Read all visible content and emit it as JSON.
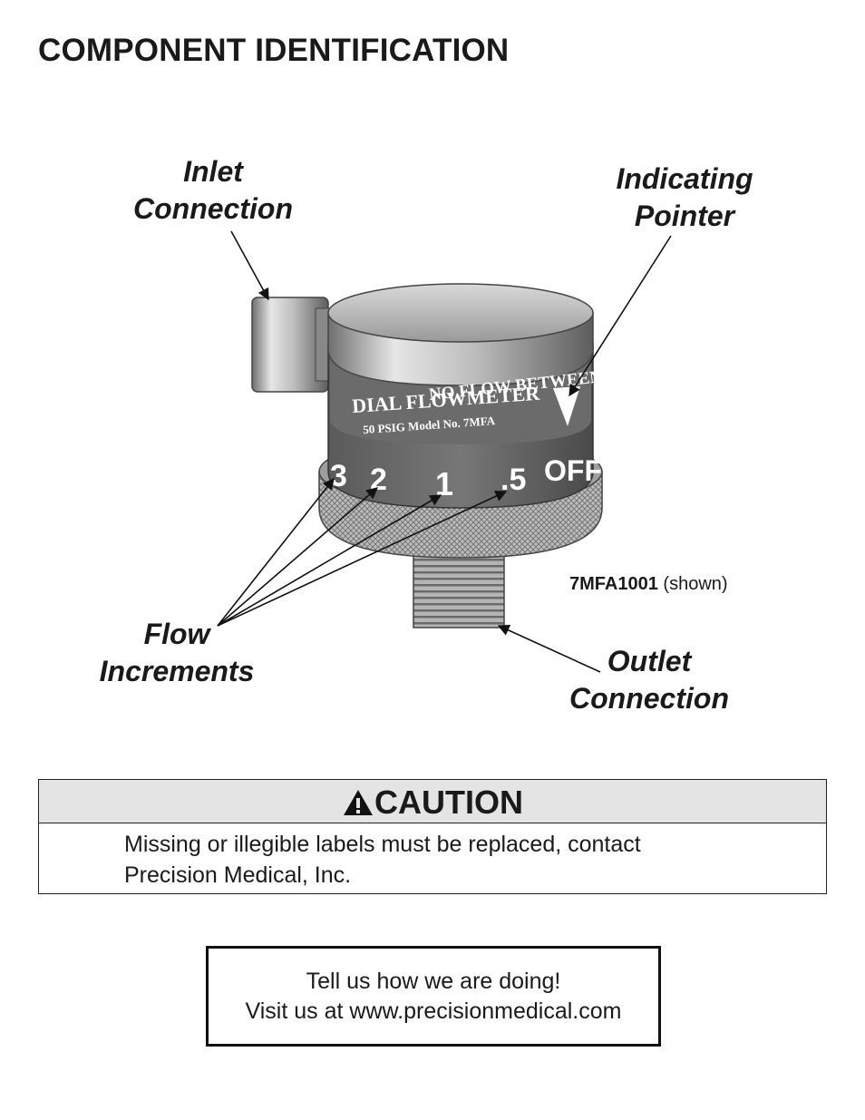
{
  "page": {
    "title": "COMPONENT IDENTIFICATION"
  },
  "diagram": {
    "callouts": {
      "inlet": [
        "Inlet",
        "Connection"
      ],
      "pointer": [
        "Indicating",
        "Pointer"
      ],
      "flow": [
        "Flow",
        "Increments"
      ],
      "outlet": [
        "Outlet",
        "Connection"
      ]
    },
    "device_labels": {
      "warning": "NO FLOW BETWEEN",
      "name": "DIAL FLOWMETER",
      "model": "50 PSIG Model No. 7MFA",
      "increments": [
        "3",
        "2",
        "1",
        ".5",
        "OFF"
      ]
    },
    "model_note": {
      "code": "7MFA1001",
      "suffix": "(shown)"
    }
  },
  "caution": {
    "heading": "CAUTION",
    "lines": [
      "Missing or illegible labels must be replaced, contact",
      "Precision Medical, Inc."
    ]
  },
  "feedback": {
    "lines": [
      "Tell us how we are doing!",
      "Visit us at www.precisionmedical.com"
    ]
  },
  "colors": {
    "caution_header_bg": "#e4e4e4",
    "device_band": "#4a4a4a",
    "metal": "#c8c8c8"
  },
  "icons": [
    "warning-triangle-icon"
  ]
}
